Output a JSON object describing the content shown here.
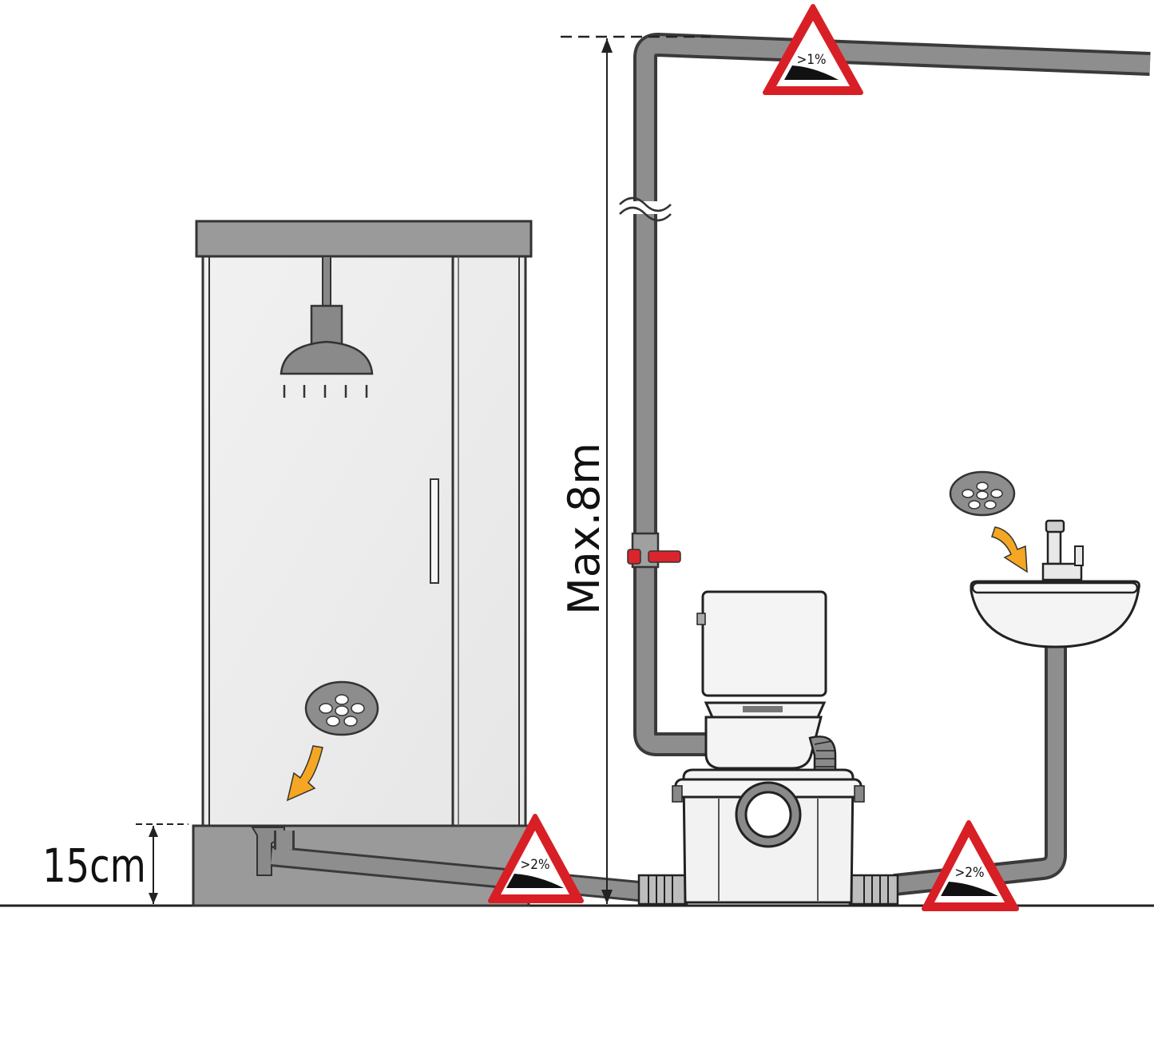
{
  "labels": {
    "max_height": "Max.8m",
    "plinth_height": "15cm",
    "slope_top": ">1%",
    "slope_shower": ">2%",
    "slope_sink": ">2%"
  },
  "colors": {
    "pipe": "#8e8e8e",
    "pipe_outline": "#3a3a3a",
    "warning_red": "#d81f26",
    "valve_red": "#d9252b",
    "arrow_orange": "#f5a623",
    "shower_panel": "#ededed",
    "frame_gray": "#9a9a9a"
  },
  "icons": {
    "shower_head": "shower-head-icon",
    "drain": "drain-grate-icon",
    "slope_warning": "slope-warning-triangle-icon",
    "valve": "ball-valve-icon",
    "flow_arrow": "curved-arrow-icon"
  }
}
